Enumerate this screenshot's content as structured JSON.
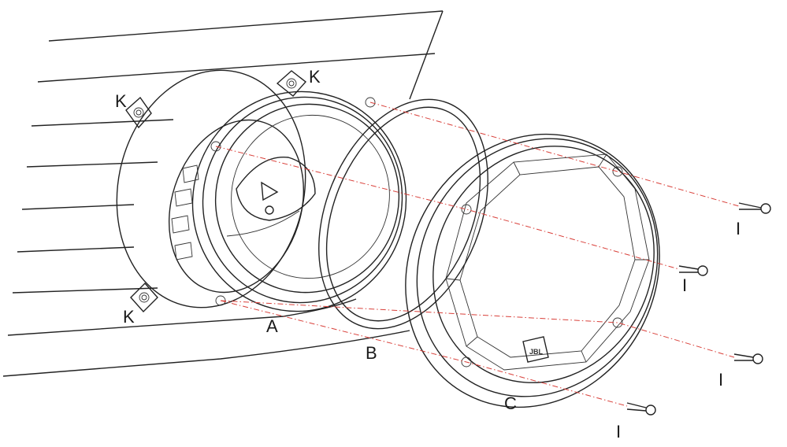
{
  "labels": {
    "k_top": "K",
    "k_left": "K",
    "k_bottom": "K",
    "a": "A",
    "b": "B",
    "c": "C",
    "i1": "I",
    "i2": "I",
    "i3": "I",
    "i4": "I"
  },
  "logo_text": "JBL",
  "colors": {
    "line": "#222222",
    "guide": "#d9403a",
    "background": "#ffffff"
  }
}
